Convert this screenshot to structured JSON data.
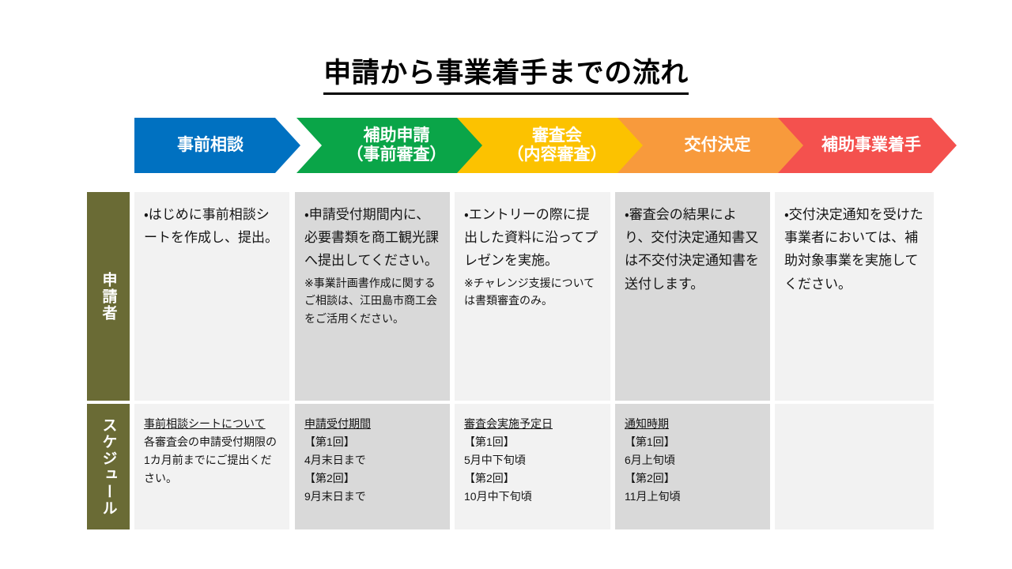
{
  "title": "申請から事業着手までの流れ",
  "colors": {
    "step1": "#0071c1",
    "step2": "#0aa548",
    "step3": "#fcc200",
    "step4": "#f89a3c",
    "step5": "#f4514e",
    "row_label_bg": "#6a6b35",
    "cell_light": "#f2f2f2",
    "cell_dark": "#d9d9d9",
    "text": "#141414"
  },
  "steps": [
    {
      "label": "事前相談"
    },
    {
      "label": "補助申請\n（事前審査）"
    },
    {
      "label": "審査会\n（内容審査）"
    },
    {
      "label": "交付決定"
    },
    {
      "label": "補助事業着手"
    }
  ],
  "rows": [
    {
      "label": "申請者",
      "cells": [
        {
          "body": "・はじめに事前相談シートを作成し、提出。",
          "note": ""
        },
        {
          "body": "・申請受付期間内に、必要書類を商工観光課へ提出してください。",
          "note": "※事業計画書作成に関するご相談は、江田島市商工会をご活用ください。"
        },
        {
          "body": "・エントリーの際に提出した資料に沿ってプレゼンを実施。",
          "note": "※チャレンジ支援については書類審査のみ。"
        },
        {
          "body": "・審査会の結果により、交付決定通知書又は不交付決定通知書を送付します。",
          "note": ""
        },
        {
          "body": "・交付決定通知を受けた事業者においては、補助対象事業を実施してください。",
          "note": ""
        }
      ]
    },
    {
      "label": "スケジュール",
      "cells": [
        {
          "heading": "事前相談シートについて",
          "body": "各審査会の申請受付期限の1カ月前までにご提出ください。"
        },
        {
          "heading": "申請受付期間",
          "body": "【第1回】\n4月末日まで\n【第2回】\n9月末日まで"
        },
        {
          "heading": "審査会実施予定日",
          "body": "【第1回】\n5月中下旬頃\n【第2回】\n10月中下旬頃"
        },
        {
          "heading": "通知時期",
          "body": "【第1回】\n6月上旬頃\n【第2回】\n11月上旬頃"
        },
        {
          "heading": "",
          "body": ""
        }
      ]
    }
  ]
}
